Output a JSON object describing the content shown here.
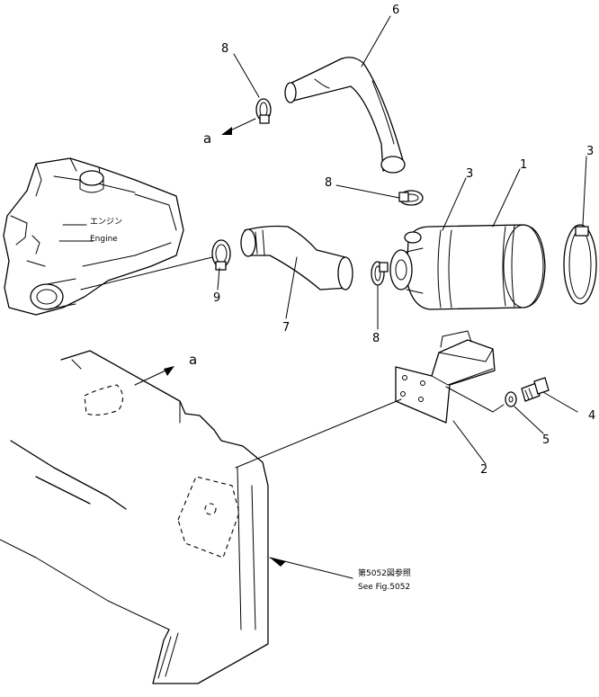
{
  "callouts": {
    "c1": "1",
    "c2": "2",
    "c3a": "3",
    "c3b": "3",
    "c4": "4",
    "c5": "5",
    "c6": "6",
    "c7": "7",
    "c8a": "8",
    "c8b": "8",
    "c8c": "8",
    "c9": "9",
    "a_top": "a",
    "a_bottom": "a"
  },
  "engine": {
    "jp": "エンジン",
    "en": "Engine"
  },
  "reference": {
    "jp": "第5052図参照",
    "en": "See Fig.5052"
  }
}
